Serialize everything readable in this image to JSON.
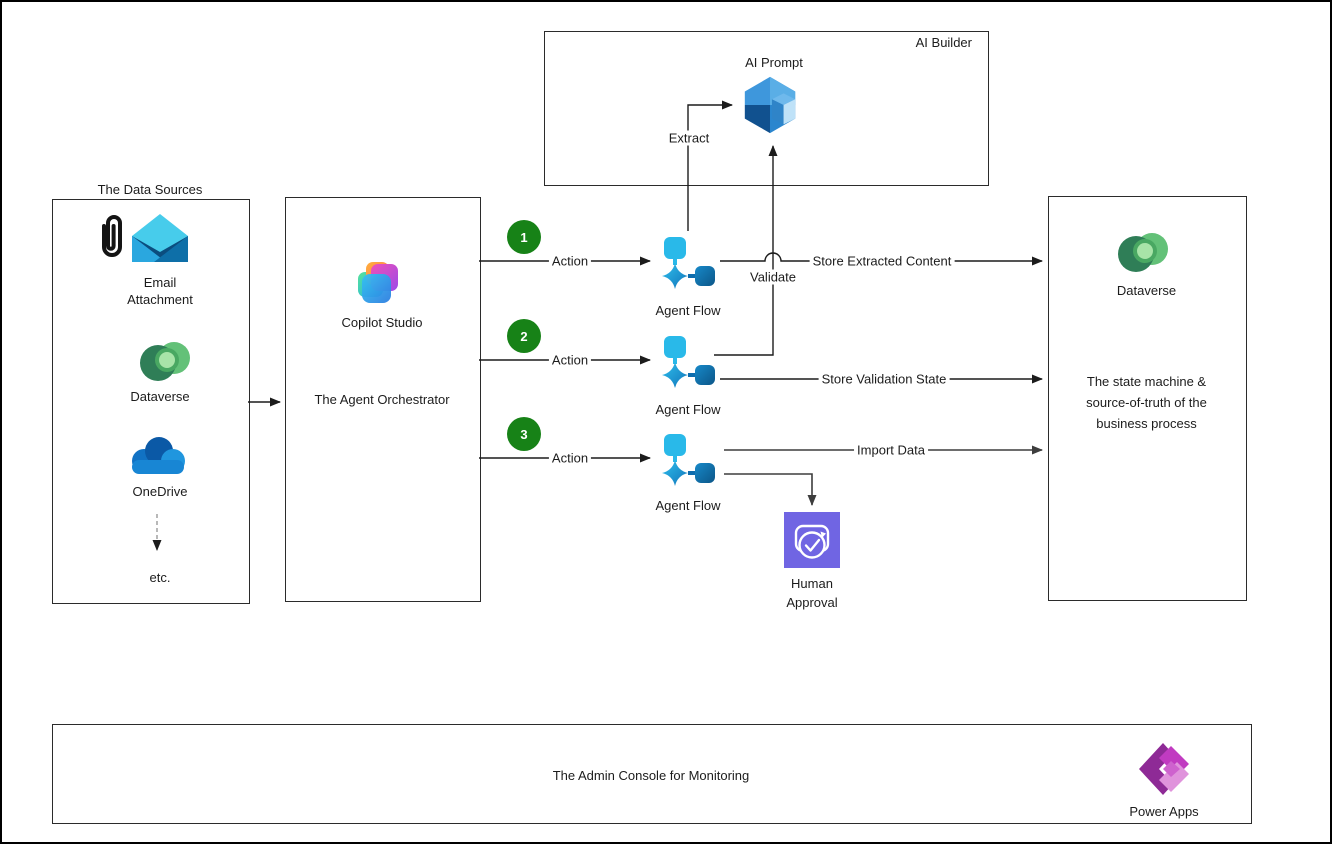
{
  "data_sources": {
    "title": "The Data Sources",
    "items": [
      {
        "label": "Email\nAttachment"
      },
      {
        "label": "Dataverse"
      },
      {
        "label": "OneDrive"
      }
    ],
    "more_label": "etc."
  },
  "orchestrator": {
    "product": "Copilot Studio",
    "role": "The Agent Orchestrator"
  },
  "ai_builder": {
    "title": "AI Builder",
    "node_label": "AI Prompt"
  },
  "flows": [
    {
      "step": "1",
      "action": "Action",
      "label": "Agent Flow"
    },
    {
      "step": "2",
      "action": "Action",
      "label": "Agent Flow"
    },
    {
      "step": "3",
      "action": "Action",
      "label": "Agent Flow"
    }
  ],
  "edges": {
    "extract": "Extract",
    "validate": "Validate",
    "store_extracted": "Store Extracted Content",
    "store_validation": "Store Validation State",
    "import_data": "Import Data"
  },
  "state_store": {
    "product": "Dataverse",
    "description": "The state machine &\nsource-of-truth of the\nbusiness process"
  },
  "human_approval": {
    "label": "Human\nApproval"
  },
  "admin": {
    "title": "The Admin Console for Monitoring",
    "product": "Power Apps"
  },
  "icons": {
    "paperclip": "paperclip-icon",
    "email": "email-envelope-icon",
    "dataverse": "dataverse-icon",
    "onedrive": "onedrive-cloud-icon",
    "copilot_studio": "copilot-studio-icon",
    "ai_prompt": "ai-builder-prompt-icon",
    "agent_flow": "agent-flow-icon",
    "human_approval": "approval-check-icon",
    "power_apps": "power-apps-icon"
  },
  "colors": {
    "wire": "#1c1c1c",
    "gray_wire": "#595959",
    "step_badge_green": "#178217",
    "approval_purple": "#7065E3",
    "power_apps_purple": "#8E2A96",
    "agent_flow_blue": "#0E6DAE",
    "agent_flow_cyan": "#29B9E9"
  }
}
